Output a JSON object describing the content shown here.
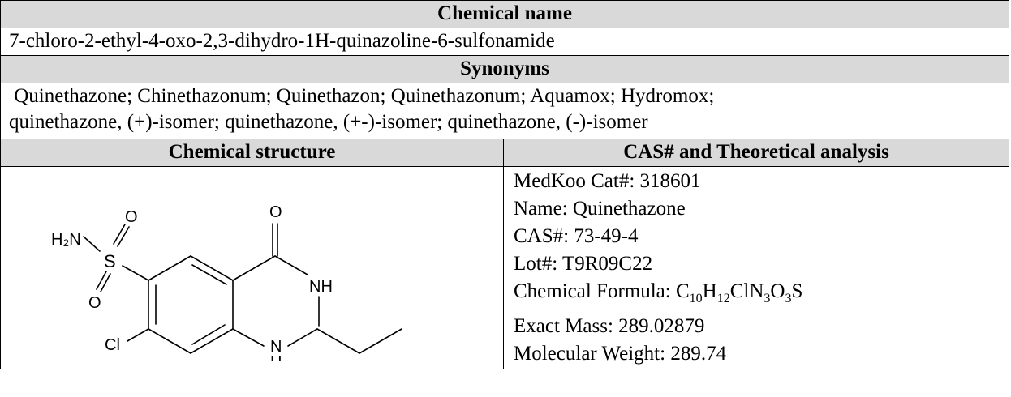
{
  "table": {
    "chemical_name_header": "Chemical name",
    "chemical_name": "7-chloro-2-ethyl-4-oxo-2,3-dihydro-1H-quinazoline-6-sulfonamide",
    "synonyms_header": "Synonyms",
    "synonyms_line1": " Quinethazone; Chinethazonum; Quinethazon; Quinethazonum; Aquamox; Hydromox;",
    "synonyms_line2": "quinethazone, (+)-isomer; quinethazone, (+-)-isomer; quinethazone, (-)-isomer",
    "structure_header": "Chemical structure",
    "analysis_header": "CAS# and Theoretical analysis"
  },
  "structure_labels": {
    "amine": "H₂N",
    "sulfur": "S",
    "oxygen_top": "O",
    "oxygen_bottom": "O",
    "carbonyl_oxygen": "O",
    "nh_right": "NH",
    "chlorine": "Cl",
    "n_bottom": "N",
    "h_bottom": "H"
  },
  "analysis": {
    "cat_label": "MedKoo Cat#: ",
    "cat_value": "318601",
    "name_label": "Name: ",
    "name_value": "Quinethazone",
    "cas_label": "CAS#: ",
    "cas_value": "73-49-4",
    "lot_label": "Lot#: ",
    "lot_value": "T9R09C22",
    "formula_label": "Chemical Formula: ",
    "formula": {
      "c": "C",
      "c_n": "10",
      "h": "H",
      "h_n": "12",
      "cln": "ClN",
      "n_n": "3",
      "o": "O",
      "o_n": "3",
      "s": "S"
    },
    "mass_label": "Exact Mass: ",
    "mass_value": "289.02879",
    "mw_label": "Molecular Weight: ",
    "mw_value": "289.74"
  }
}
